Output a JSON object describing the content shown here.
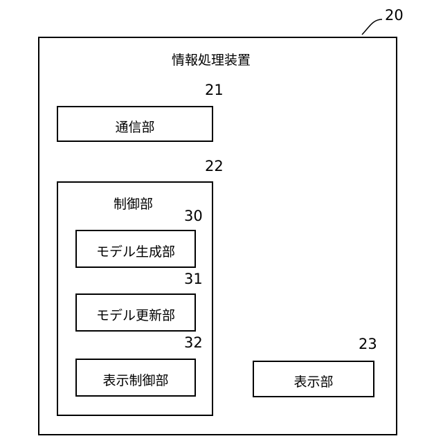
{
  "device": {
    "ref": "20",
    "title": "情報処理装置"
  },
  "communication_unit": {
    "ref": "21",
    "label": "通信部"
  },
  "control_unit": {
    "ref": "22",
    "label": "制御部"
  },
  "model_generation_unit": {
    "ref": "30",
    "label": "モデル生成部"
  },
  "model_update_unit": {
    "ref": "31",
    "label": "モデル更新部"
  },
  "display_control_unit": {
    "ref": "32",
    "label": "表示制御部"
  },
  "display_unit": {
    "ref": "23",
    "label": "表示部"
  }
}
